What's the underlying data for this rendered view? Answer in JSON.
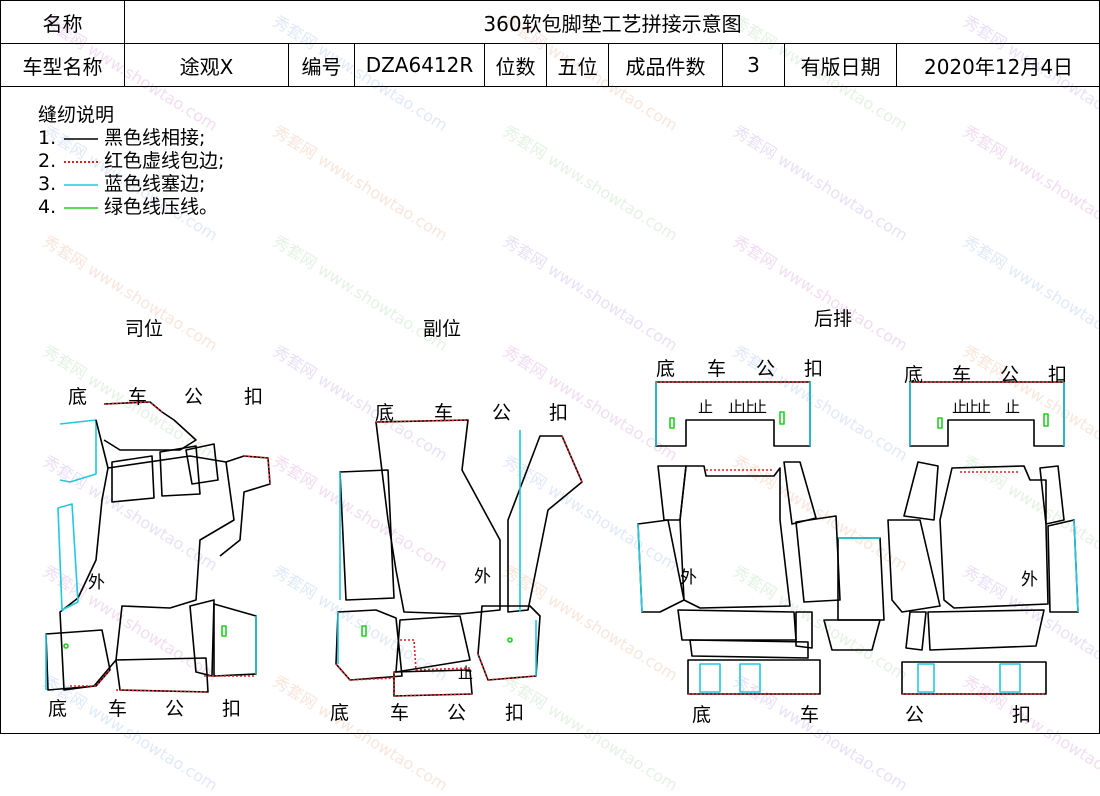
{
  "header": {
    "name_label": "名称",
    "title": "360软包脚垫工艺拼接示意图",
    "model_label": "车型名称",
    "model_value": "途观X",
    "code_label": "编号",
    "code_value": "DZA6412R",
    "seats_label": "位数",
    "seats_value": "五位",
    "count_label": "成品件数",
    "count_value": "3",
    "date_label": "有版日期",
    "date_value": "2020年12月4日"
  },
  "notes": {
    "title": "缝纫说明",
    "items": [
      {
        "num": "1.",
        "text": "黑色线相接;",
        "color": "#000000",
        "style": "solid"
      },
      {
        "num": "2.",
        "text": "红色虚线包边;",
        "color": "#e02020",
        "style": "dotted"
      },
      {
        "num": "3.",
        "text": "蓝色线塞边;",
        "color": "#22c8e0",
        "style": "solid"
      },
      {
        "num": "4.",
        "text": "绿色线压线。",
        "color": "#20d020",
        "style": "solid"
      }
    ]
  },
  "sections": {
    "driver": "司位",
    "passenger": "副位",
    "rear": "后排"
  },
  "labels": {
    "di": "底",
    "che": "车",
    "gong": "公",
    "kou": "扣",
    "wai": "外",
    "zhi": "止",
    "zhi_group": "止止止"
  },
  "watermark": {
    "brand": "秀套网",
    "url": "www.showtao.com"
  },
  "colors": {
    "black_line": "#000000",
    "red_dotted": "#e02020",
    "blue_line": "#22c8e0",
    "green_line": "#20d020"
  }
}
